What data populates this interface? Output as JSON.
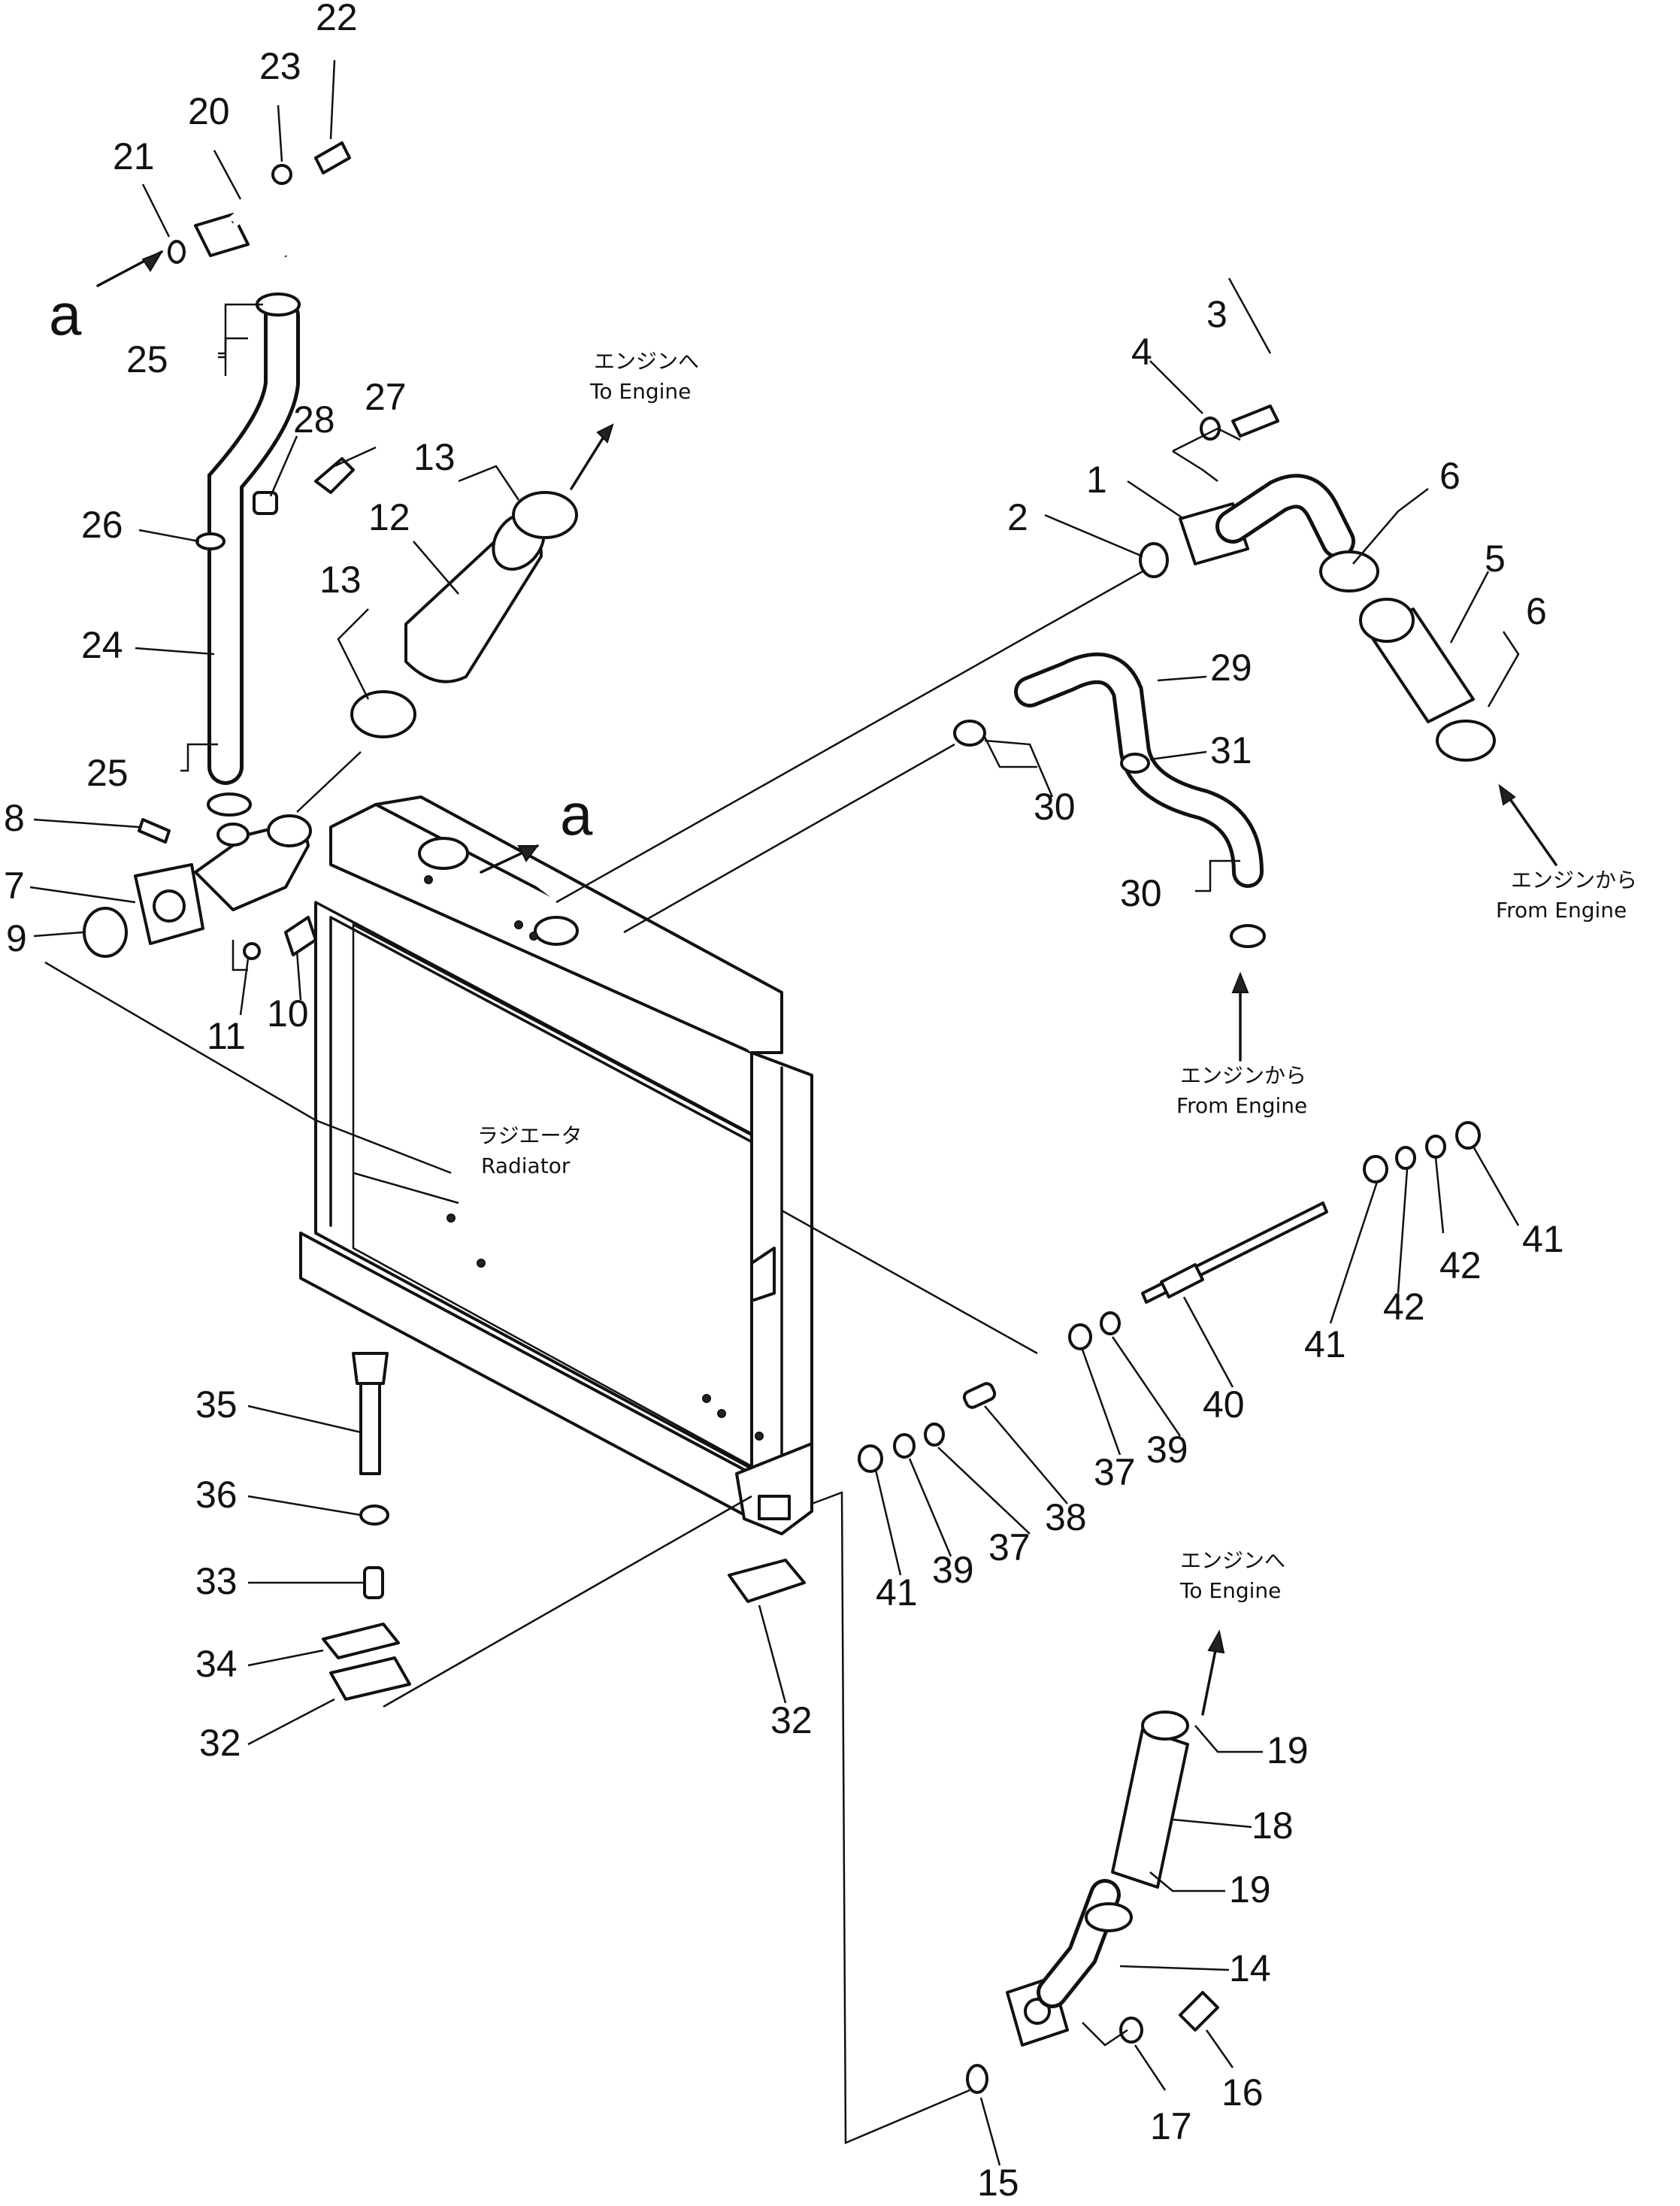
{
  "callouts": {
    "c1": "1",
    "c2": "2",
    "c3": "3",
    "c4": "4",
    "c5": "5",
    "c6": "6",
    "c7": "7",
    "c8": "8",
    "c9": "9",
    "c10": "10",
    "c11": "11",
    "c12": "12",
    "c13": "13",
    "c14": "14",
    "c15": "15",
    "c16": "16",
    "c17": "17",
    "c18": "18",
    "c19": "19",
    "c20": "20",
    "c21": "21",
    "c22": "22",
    "c23": "23",
    "c24": "24",
    "c25": "25",
    "c26": "26",
    "c27": "27",
    "c28": "28",
    "c29": "29",
    "c30": "30",
    "c31": "31",
    "c32": "32",
    "c33": "33",
    "c34": "34",
    "c35": "35",
    "c36": "36",
    "c37": "37",
    "c38": "38",
    "c39": "39",
    "c40": "40",
    "c41": "41",
    "c42": "42",
    "a": "a"
  },
  "captions": {
    "to_engine_jp": "エンジンへ",
    "to_engine_en": "To Engine",
    "from_engine_jp": "エンジンから",
    "from_engine_en": "From Engine",
    "radiator_jp": "ラジエータ",
    "radiator_en": "Radiator"
  }
}
